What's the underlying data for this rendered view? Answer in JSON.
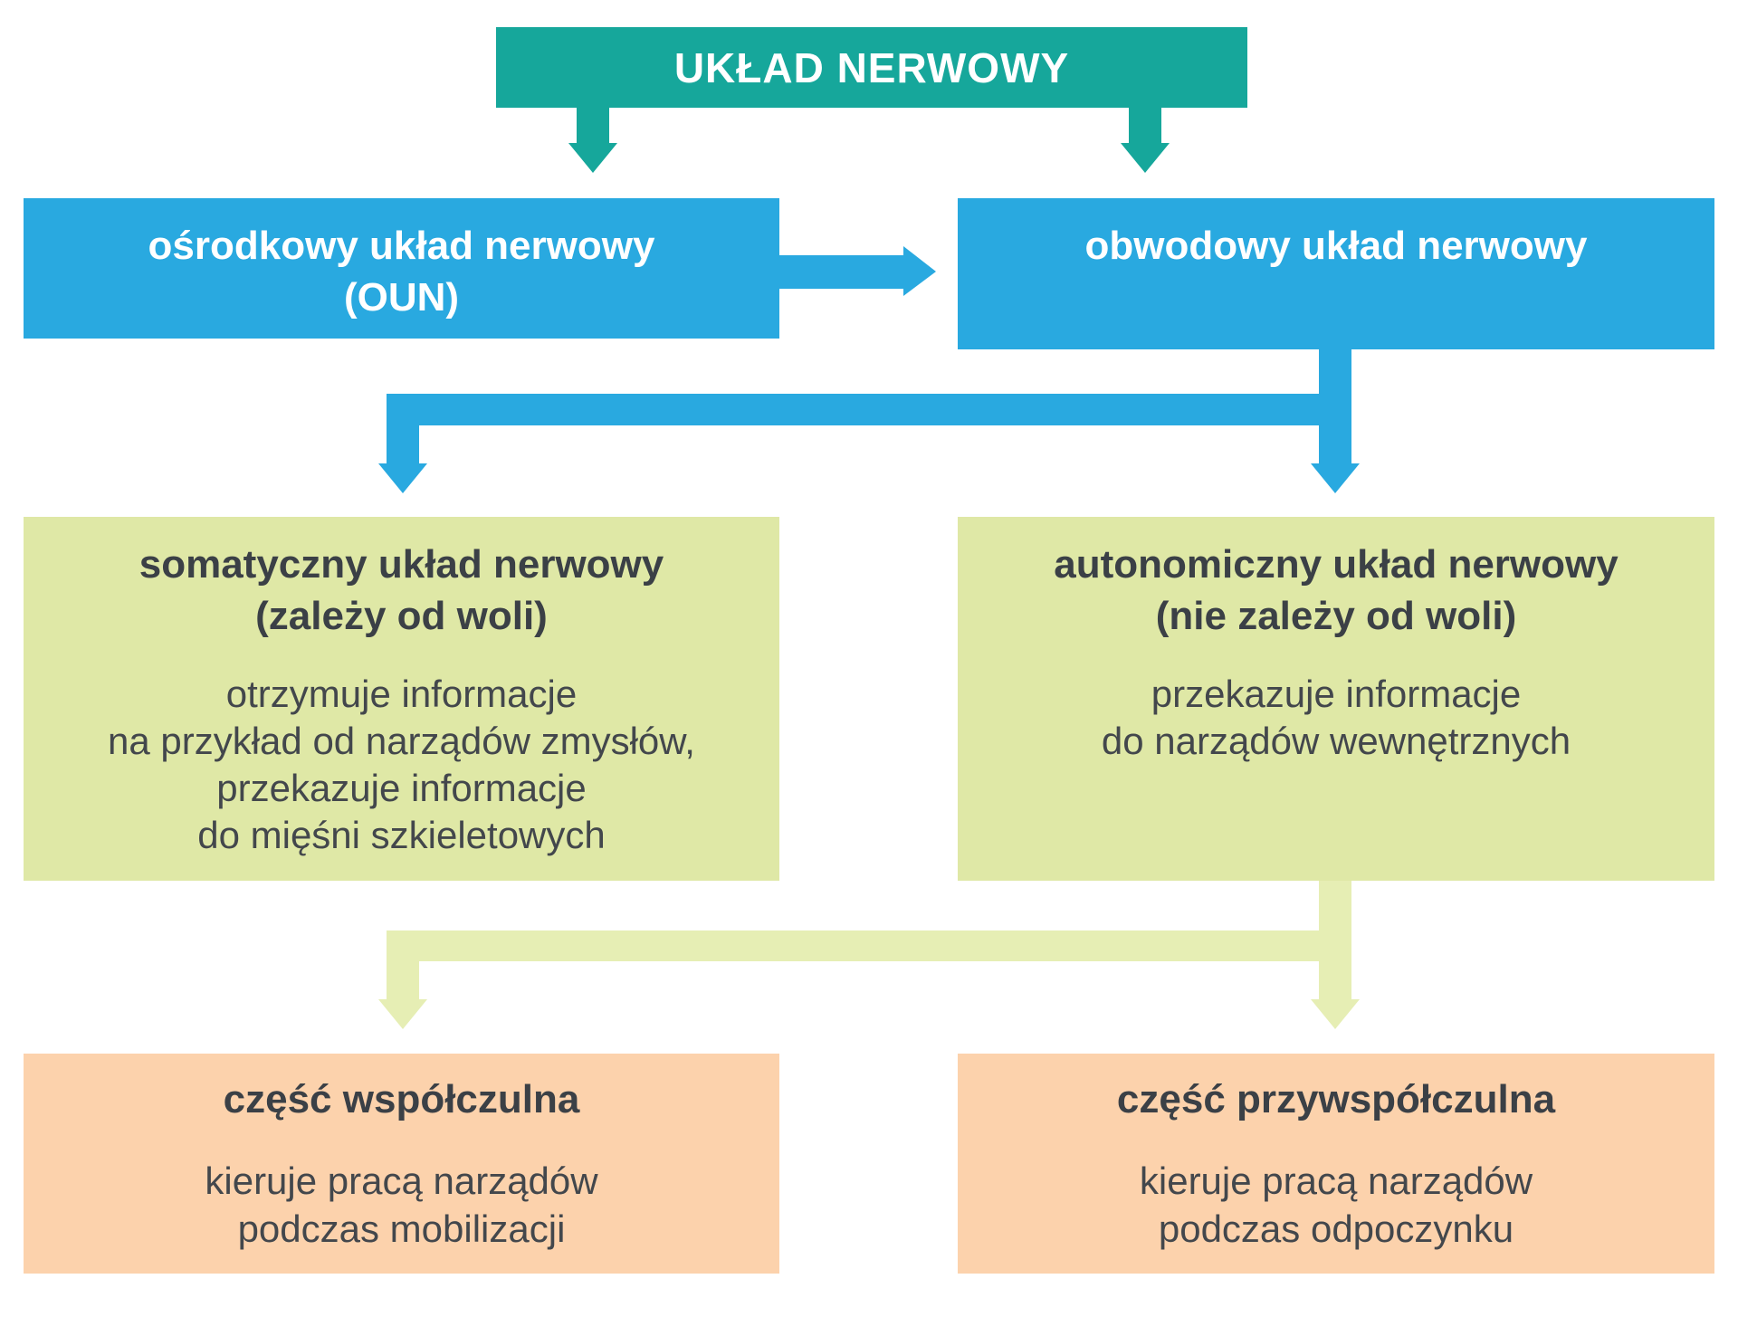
{
  "diagram": {
    "title": "UKŁAD NERWOWY",
    "nodes": {
      "central": {
        "heading_lines": [
          "ośrodkowy układ nerwowy",
          "(OUN)"
        ]
      },
      "peripheral": {
        "heading_lines": [
          "obwodowy układ nerwowy"
        ]
      },
      "somatic": {
        "heading_lines": [
          "somatyczny układ nerwowy",
          "(zależy od woli)"
        ],
        "body_lines": [
          "otrzymuje informacje",
          "na przykład od narządów zmysłów,",
          "przekazuje informacje",
          "do mięśni szkieletowych"
        ]
      },
      "autonomic": {
        "heading_lines": [
          "autonomiczny układ nerwowy",
          "(nie zależy od woli)"
        ],
        "body_lines": [
          "przekazuje informacje",
          "do narządów wewnętrznych"
        ]
      },
      "sympathetic": {
        "heading_lines": [
          "część współczulna"
        ],
        "body_lines": [
          "kieruje pracą narządów",
          "podczas mobilizacji"
        ]
      },
      "parasympathetic": {
        "heading_lines": [
          "część przywspółczulna"
        ],
        "body_lines": [
          "kieruje pracą narządów",
          "podczas odpoczynku"
        ]
      }
    },
    "colors": {
      "teal": "#16A79B",
      "blue": "#29A9E0",
      "leaf": "#DFE8A6",
      "leaf_arrow": "#E6EEB4",
      "orange": "#FCD2AC",
      "ink": "#3B4046",
      "ink_soft": "#43474C",
      "white": "#FFFFFF"
    }
  }
}
